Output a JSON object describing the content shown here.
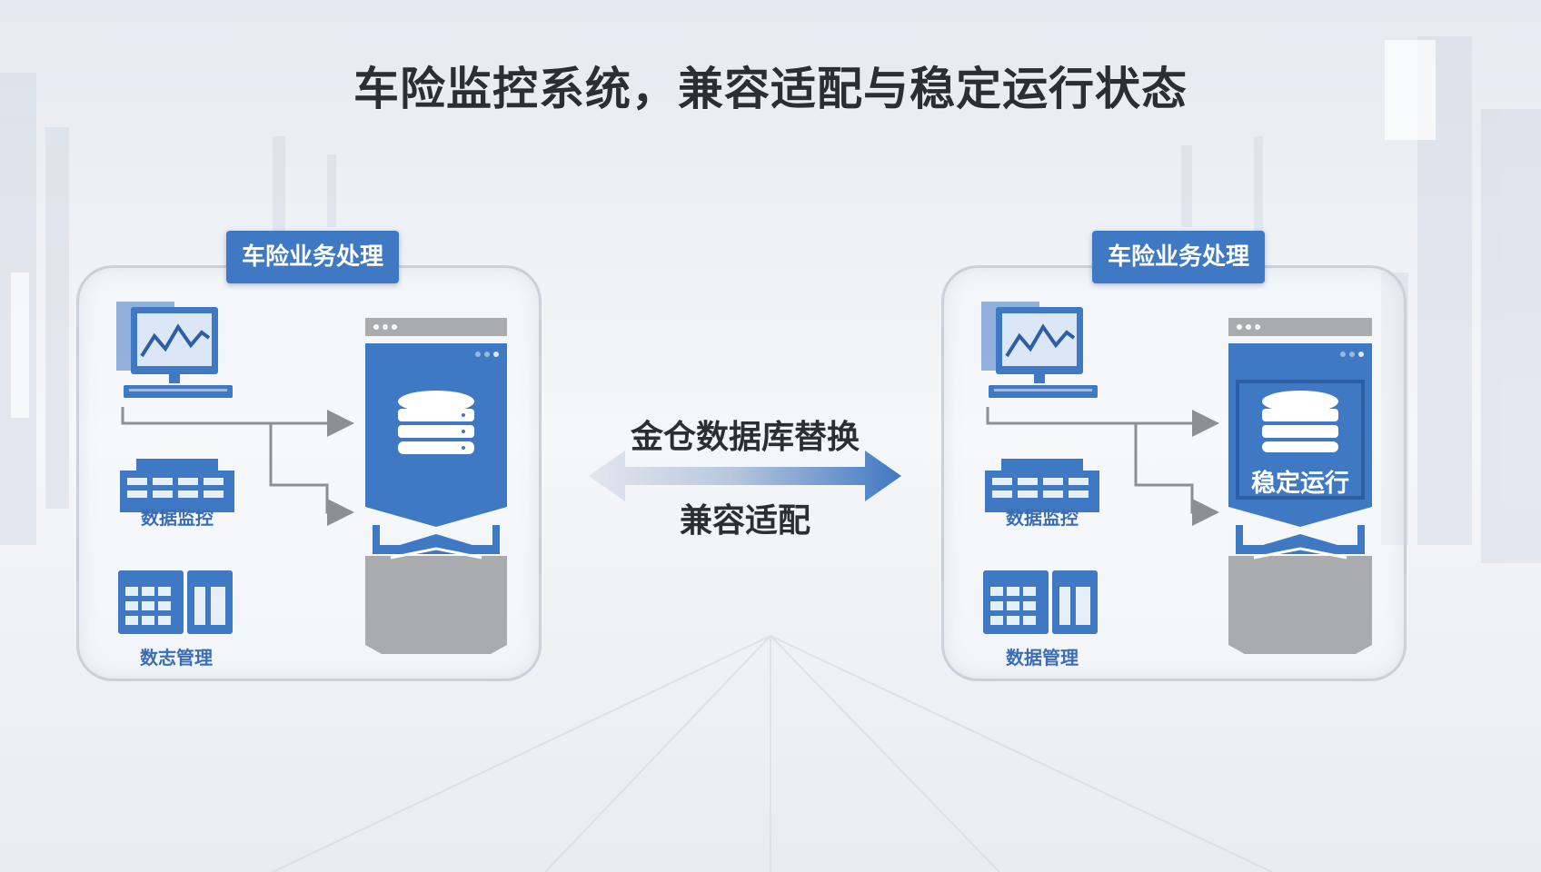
{
  "title": "车险监控系统，兼容适配与稳定运行状态",
  "left_panel": {
    "tag": "车险业务处理",
    "icons": [
      {
        "icon": "monitor-chart-icon",
        "label": ""
      },
      {
        "icon": "data-grid-icon",
        "label": "数据监控"
      },
      {
        "icon": "spreadsheet-icon",
        "label": "数志管理"
      }
    ],
    "server_icon": "database-server-icon"
  },
  "right_panel": {
    "tag": "车险业务处理",
    "icons": [
      {
        "icon": "monitor-chart-icon",
        "label": ""
      },
      {
        "icon": "data-grid-icon",
        "label": "数据监控"
      },
      {
        "icon": "spreadsheet-icon",
        "label": "数据管理"
      }
    ],
    "server_icon": "database-server-icon",
    "server_label": "稳定运行"
  },
  "center": {
    "top_text": "金仓数据库替换",
    "bottom_text": "兼容适配",
    "arrow_icon": "double-arrow-icon"
  },
  "colors": {
    "accent_blue": "#3f78c3",
    "server_gray": "#a9abae",
    "connector_gray": "#8c8f94",
    "title_text": "#2b2e33"
  }
}
